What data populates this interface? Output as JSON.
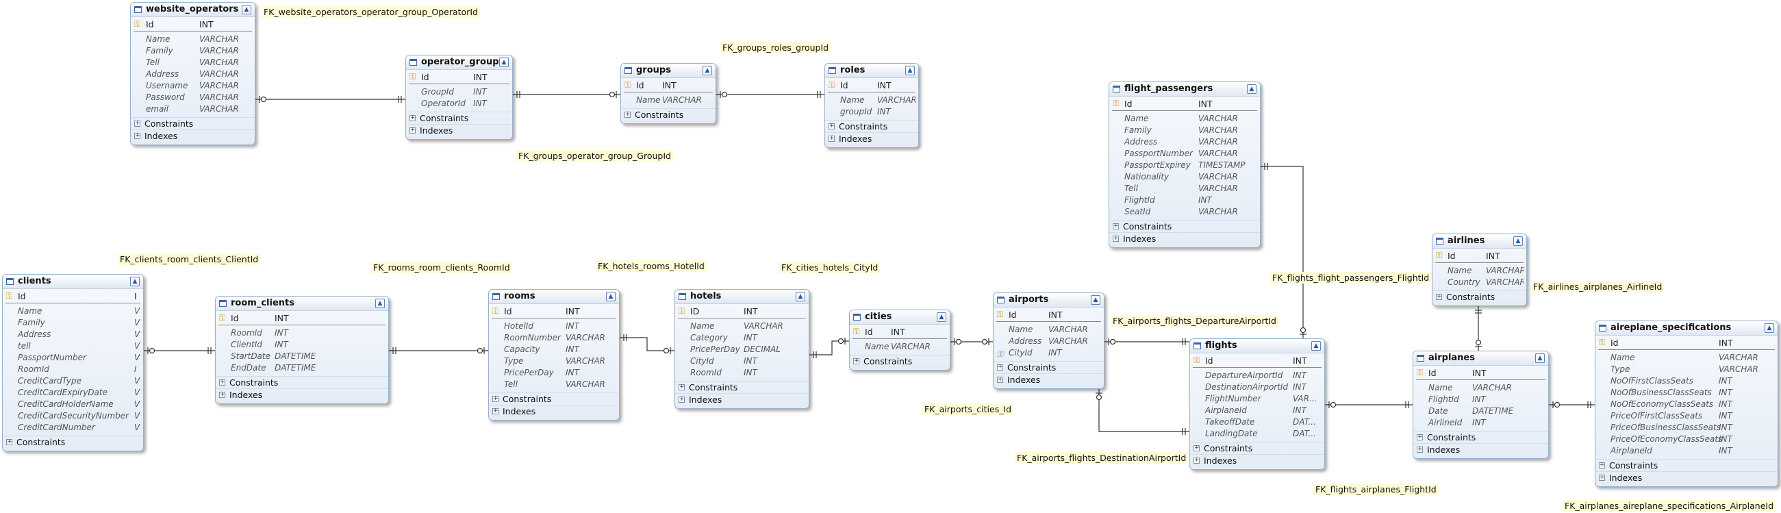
{
  "tables": [
    {
      "id": "website_operators",
      "name": "website_operators",
      "pk": {
        "name": "Id",
        "type": "INT"
      },
      "columns": [
        {
          "name": "Name",
          "type": "VARCHAR"
        },
        {
          "name": "Family",
          "type": "VARCHAR"
        },
        {
          "name": "Tell",
          "type": "VARCHAR"
        },
        {
          "name": "Address",
          "type": "VARCHAR"
        },
        {
          "name": "Username",
          "type": "VARCHAR"
        },
        {
          "name": "Password",
          "type": "VARCHAR"
        },
        {
          "name": "email",
          "type": "VARCHAR"
        }
      ],
      "sections": [
        "Constraints",
        "Indexes"
      ]
    },
    {
      "id": "operator_group",
      "name": "operator_group",
      "pk": {
        "name": "Id",
        "type": "INT"
      },
      "columns": [
        {
          "name": "GroupId",
          "type": "INT"
        },
        {
          "name": "OperatorId",
          "type": "INT"
        }
      ],
      "sections": [
        "Constraints",
        "Indexes"
      ]
    },
    {
      "id": "groups",
      "name": "groups",
      "pk": {
        "name": "Id",
        "type": "INT"
      },
      "columns": [
        {
          "name": "Name",
          "type": "VARCHAR"
        }
      ],
      "sections": [
        "Constraints"
      ]
    },
    {
      "id": "roles",
      "name": "roles",
      "pk": {
        "name": "Id",
        "type": "INT"
      },
      "columns": [
        {
          "name": "Name",
          "type": "VARCHAR"
        },
        {
          "name": "groupId",
          "type": "INT"
        }
      ],
      "sections": [
        "Constraints",
        "Indexes"
      ]
    },
    {
      "id": "flight_passengers",
      "name": "flight_passengers",
      "pk": {
        "name": "Id",
        "type": "INT"
      },
      "columns": [
        {
          "name": "Name",
          "type": "VARCHAR"
        },
        {
          "name": "Family",
          "type": "VARCHAR"
        },
        {
          "name": "Address",
          "type": "VARCHAR"
        },
        {
          "name": "PassportNumber",
          "type": "VARCHAR"
        },
        {
          "name": "PassportExpirey",
          "type": "TIMESTAMP"
        },
        {
          "name": "Nationality",
          "type": "VARCHAR"
        },
        {
          "name": "Tell",
          "type": "VARCHAR"
        },
        {
          "name": "FlightId",
          "type": "INT"
        },
        {
          "name": "SeatId",
          "type": "VARCHAR"
        }
      ],
      "sections": [
        "Constraints",
        "Indexes"
      ]
    },
    {
      "id": "clients",
      "name": "clients",
      "pk": {
        "name": "Id",
        "type": "I"
      },
      "columns": [
        {
          "name": "Name",
          "type": "V"
        },
        {
          "name": "Family",
          "type": "V"
        },
        {
          "name": "Address",
          "type": "V"
        },
        {
          "name": "tell",
          "type": "V"
        },
        {
          "name": "PassportNumber",
          "type": "V"
        },
        {
          "name": "RoomId",
          "type": "I"
        },
        {
          "name": "CreditCardType",
          "type": "V"
        },
        {
          "name": "CreditCardExpiryDate",
          "type": "V"
        },
        {
          "name": "CreditCardHolderName",
          "type": "V"
        },
        {
          "name": "CreditCardSecurityNumber",
          "type": "V"
        },
        {
          "name": "CreditCardNumber",
          "type": "V"
        }
      ],
      "sections": [
        "Constraints"
      ]
    },
    {
      "id": "room_clients",
      "name": "room_clients",
      "pk": {
        "name": "Id",
        "type": "INT"
      },
      "columns": [
        {
          "name": "RoomId",
          "type": "INT"
        },
        {
          "name": "ClientId",
          "type": "INT"
        },
        {
          "name": "StartDate",
          "type": "DATETIME"
        },
        {
          "name": "EndDate",
          "type": "DATETIME"
        }
      ],
      "sections": [
        "Constraints",
        "Indexes"
      ]
    },
    {
      "id": "rooms",
      "name": "rooms",
      "pk": {
        "name": "Id",
        "type": "INT"
      },
      "columns": [
        {
          "name": "HotelId",
          "type": "INT"
        },
        {
          "name": "RoomNumber",
          "type": "VARCHAR"
        },
        {
          "name": "Capacity",
          "type": "INT"
        },
        {
          "name": "Type",
          "type": "VARCHAR"
        },
        {
          "name": "PricePerDay",
          "type": "INT"
        },
        {
          "name": "Tell",
          "type": "VARCHAR"
        }
      ],
      "sections": [
        "Constraints",
        "Indexes"
      ]
    },
    {
      "id": "hotels",
      "name": "hotels",
      "pk": {
        "name": "ID",
        "type": "INT"
      },
      "columns": [
        {
          "name": "Name",
          "type": "VARCHAR"
        },
        {
          "name": "Category",
          "type": "INT"
        },
        {
          "name": "PricePerDay",
          "type": "DECIMAL"
        },
        {
          "name": "CityId",
          "type": "INT"
        },
        {
          "name": "RoomId",
          "type": "INT"
        }
      ],
      "sections": [
        "Constraints",
        "Indexes"
      ]
    },
    {
      "id": "cities",
      "name": "cities",
      "pk": {
        "name": "Id",
        "type": "INT"
      },
      "columns": [
        {
          "name": "Name",
          "type": "VARCHAR"
        }
      ],
      "sections": [
        "Constraints"
      ]
    },
    {
      "id": "airports",
      "name": "airports",
      "pk": {
        "name": "Id",
        "type": "INT"
      },
      "columns": [
        {
          "name": "Name",
          "type": "VARCHAR"
        },
        {
          "name": "Address",
          "type": "VARCHAR"
        },
        {
          "name": "CityId",
          "type": "INT",
          "fk": true
        }
      ],
      "sections": [
        "Constraints",
        "Indexes"
      ]
    },
    {
      "id": "flights",
      "name": "flights",
      "pk": {
        "name": "Id",
        "type": "INT"
      },
      "columns": [
        {
          "name": "DepartureAirportId",
          "type": "INT"
        },
        {
          "name": "DestinationAirportId",
          "type": "INT"
        },
        {
          "name": "FlightNumber",
          "type": "VAR..."
        },
        {
          "name": "AirplaneId",
          "type": "INT"
        },
        {
          "name": "TakeoffDate",
          "type": "DAT..."
        },
        {
          "name": "LandingDate",
          "type": "DAT..."
        }
      ],
      "sections": [
        "Constraints",
        "Indexes"
      ]
    },
    {
      "id": "airlines",
      "name": "airlines",
      "pk": {
        "name": "Id",
        "type": "INT"
      },
      "columns": [
        {
          "name": "Name",
          "type": "VARCHAR"
        },
        {
          "name": "Country",
          "type": "VARCHAR"
        }
      ],
      "sections": [
        "Constraints"
      ]
    },
    {
      "id": "airplanes",
      "name": "airplanes",
      "pk": {
        "name": "Id",
        "type": "INT"
      },
      "columns": [
        {
          "name": "Name",
          "type": "VARCHAR"
        },
        {
          "name": "FlightId",
          "type": "INT"
        },
        {
          "name": "Date",
          "type": "DATETIME"
        },
        {
          "name": "AirlineId",
          "type": "INT"
        }
      ],
      "sections": [
        "Constraints",
        "Indexes"
      ]
    },
    {
      "id": "aireplane_specifications",
      "name": "aireplane_specifications",
      "pk": {
        "name": "Id",
        "type": "INT"
      },
      "columns": [
        {
          "name": "Name",
          "type": "VARCHAR"
        },
        {
          "name": "Type",
          "type": "VARCHAR"
        },
        {
          "name": "NoOfFirstClassSeats",
          "type": "INT"
        },
        {
          "name": "NoOfBusinessClassSeats",
          "type": "INT"
        },
        {
          "name": "NoOfEconomyClassSeats",
          "type": "INT"
        },
        {
          "name": "PriceOfFirstClassSeats",
          "type": "INT"
        },
        {
          "name": "PriceOfBusinessClassSeats",
          "type": "INT"
        },
        {
          "name": "PriceOfEconomyClassSeats",
          "type": "INT"
        },
        {
          "name": "AirplaneId",
          "type": "INT"
        }
      ],
      "sections": [
        "Constraints",
        "Indexes"
      ]
    }
  ],
  "fk_labels": [
    {
      "id": "l1",
      "text": "FK_website_operators_operator_group_OperatorId"
    },
    {
      "id": "l2",
      "text": "FK_groups_roles_groupId"
    },
    {
      "id": "l3",
      "text": "FK_groups_operator_group_GroupId"
    },
    {
      "id": "l4",
      "text": "FK_clients_room_clients_ClientId"
    },
    {
      "id": "l5",
      "text": "FK_rooms_room_clients_RoomId"
    },
    {
      "id": "l6",
      "text": "FK_hotels_rooms_HotelId"
    },
    {
      "id": "l7",
      "text": "FK_cities_hotels_CityId"
    },
    {
      "id": "l8",
      "text": "FK_airports_flights_DepartureAirportId"
    },
    {
      "id": "l9",
      "text": "FK_flights_flight_passengers_FlightId"
    },
    {
      "id": "l10",
      "text": "FK_airlines_airplanes_AirlineId"
    },
    {
      "id": "l11",
      "text": "FK_airports_cities_Id"
    },
    {
      "id": "l12",
      "text": "FK_airports_flights_DestinationAirportId"
    },
    {
      "id": "l13",
      "text": "FK_flights_airplanes_FlightId"
    },
    {
      "id": "l14",
      "text": "FK_airplanes_aireplane_specifications_AirplaneId"
    }
  ],
  "colors": {
    "line": "#333333",
    "label_bg": "#fffbd6",
    "table_border": "#9ab0cc",
    "key": "#c99400"
  },
  "icons": {
    "table": "table-icon",
    "key": "primary-key-icon",
    "fk": "foreign-key-icon",
    "collapse": "collapse-chevron-icon",
    "expand": "expand-plus-icon"
  }
}
